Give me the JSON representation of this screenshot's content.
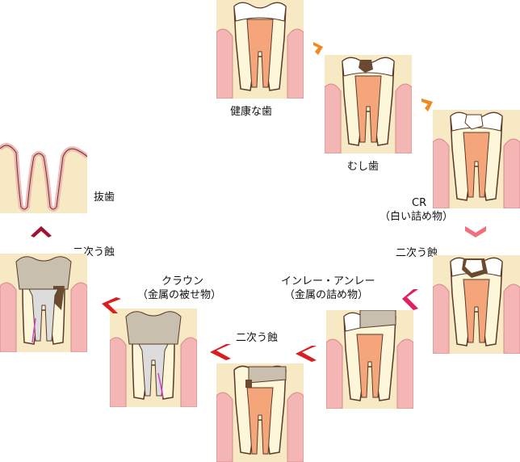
{
  "labels": {
    "healthy": "健康な歯",
    "cavity": "むし歯",
    "cr_line1": "CR",
    "cr_line2": "（白い詰め物）",
    "secondary1": "二次う蝕",
    "inlay_line1": "インレー・アンレー",
    "inlay_line2": "（金属の詰め物）",
    "secondary2": "二次う蝕",
    "crown_line1": "クラウン",
    "crown_line2": "（金属の被せ物）",
    "secondary3": "二次う蝕",
    "extraction": "抜歯"
  },
  "colors": {
    "bg_box": "#f6e9c4",
    "gum": "#f4b5b5",
    "gum_edge": "#d98a8a",
    "dentin": "#fdf6d8",
    "enamel": "#ffffff",
    "pulp": "#f5a57a",
    "outline": "#5a3a2a",
    "decay": "#6a4a30",
    "metal": "#c8bfae",
    "arrow_orange": "#f08a1e",
    "arrow_pink": "#f07080",
    "arrow_magenta": "#e02060",
    "arrow_red": "#d81e1e",
    "arrow_darkred": "#a01030"
  }
}
